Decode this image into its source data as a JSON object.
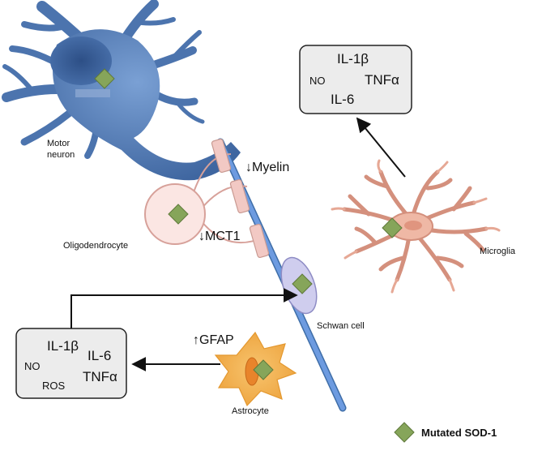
{
  "labels": {
    "motor_neuron_line1": "Motor",
    "motor_neuron_line2": "neuron",
    "myelin": "↓Myelin",
    "mct1": "↓MCT1",
    "oligodendrocyte": "Oligodendrocyte",
    "microglia": "Microglia",
    "schwann_cell": "Schwan cell",
    "gfap": "↑GFAP",
    "astrocyte": "Astrocyte"
  },
  "microglia_box": {
    "il1b": "IL-1β",
    "no": "NO",
    "tnfa": "TNFα",
    "il6": "IL-6"
  },
  "astrocyte_box": {
    "il1b": "IL-1β",
    "no": "NO",
    "il6": "IL-6",
    "ros": "ROS",
    "tnfa": "TNFα"
  },
  "legend": {
    "mutated_sod1": "Mutated SOD-1"
  },
  "colors": {
    "neuron": "#4f77b0",
    "axon": "#5b8fd6",
    "myelin": "#f2c9c4",
    "oligodendrocyte_stroke": "#d7a19a",
    "microglia": "#efb8a5",
    "astrocyte": "#f3b04e",
    "schwann": "#c9c7ea",
    "sod1_marker": "#86a55a",
    "box_fill": "#ececec"
  }
}
